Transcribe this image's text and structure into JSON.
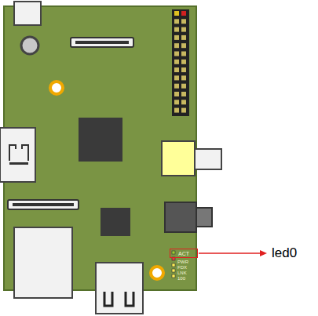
{
  "diagram": {
    "nodes": [
      {
        "text": [
          "ACT"
        ]
      }
    ],
    "labels": [
      "PWR",
      "FDX",
      "LNK",
      "100",
      "led0"
    ]
  }
}
